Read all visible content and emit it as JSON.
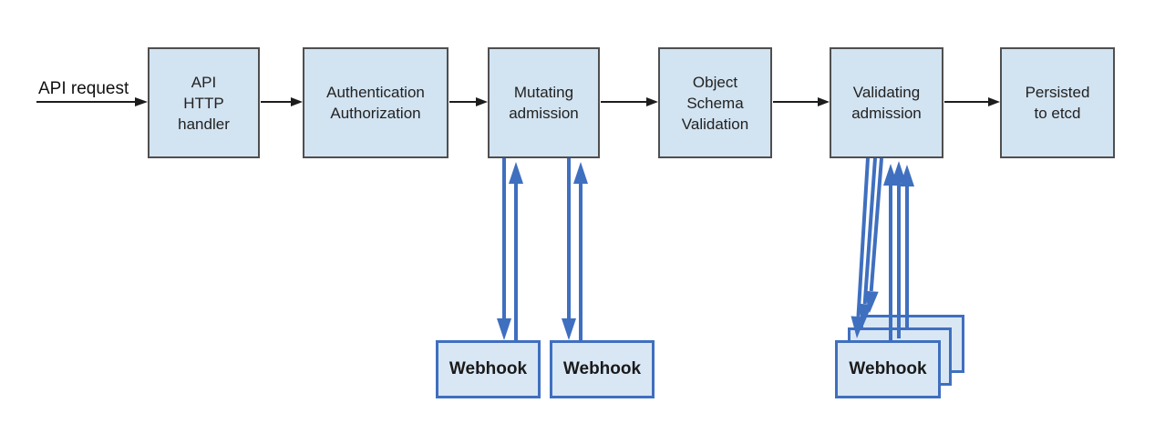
{
  "diagram": {
    "input_label": "API request",
    "nodes": [
      {
        "id": "api-http-handler",
        "label": "API\nHTTP\nhandler"
      },
      {
        "id": "authentication-authorization",
        "label": "Authentication\nAuthorization"
      },
      {
        "id": "mutating-admission",
        "label": "Mutating\nadmission"
      },
      {
        "id": "object-schema-validation",
        "label": "Object\nSchema\nValidation"
      },
      {
        "id": "validating-admission",
        "label": "Validating\nadmission"
      },
      {
        "id": "persisted-to-etcd",
        "label": "Persisted\nto etcd"
      }
    ],
    "webhooks": {
      "mutating": [
        "Webhook",
        "Webhook"
      ],
      "validating_front": "Webhook"
    },
    "colors": {
      "background": "#ffffff",
      "node_fill": "#d2e3f1",
      "node_border": "#4f4f4f",
      "webhook_fill": "#d9e7f5",
      "webhook_border": "#3f6fbf",
      "arrow_blue": "#3f6fbf",
      "arrow_black": "#1c1c1c"
    }
  }
}
